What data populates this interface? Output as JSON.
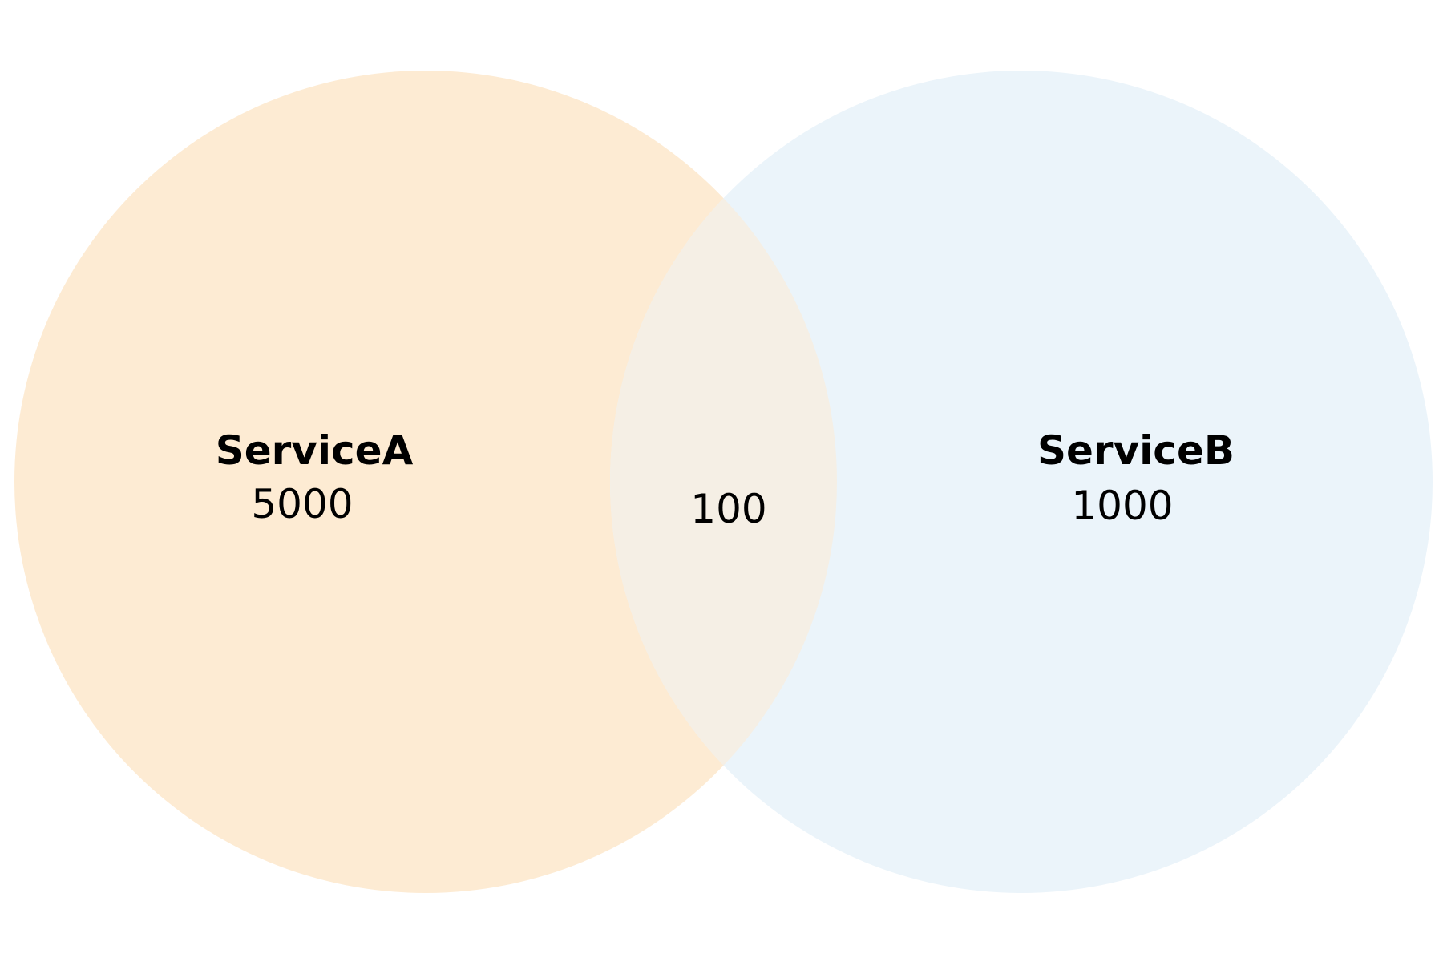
{
  "diagram": {
    "type": "venn",
    "sets": [
      {
        "name": "ServiceA",
        "count": "5000",
        "color": "#fdebd3"
      },
      {
        "name": "ServiceB",
        "count": "1000",
        "color": "#ebf4fa"
      }
    ],
    "intersection": {
      "count": "100",
      "color": "#f5efe5"
    }
  }
}
